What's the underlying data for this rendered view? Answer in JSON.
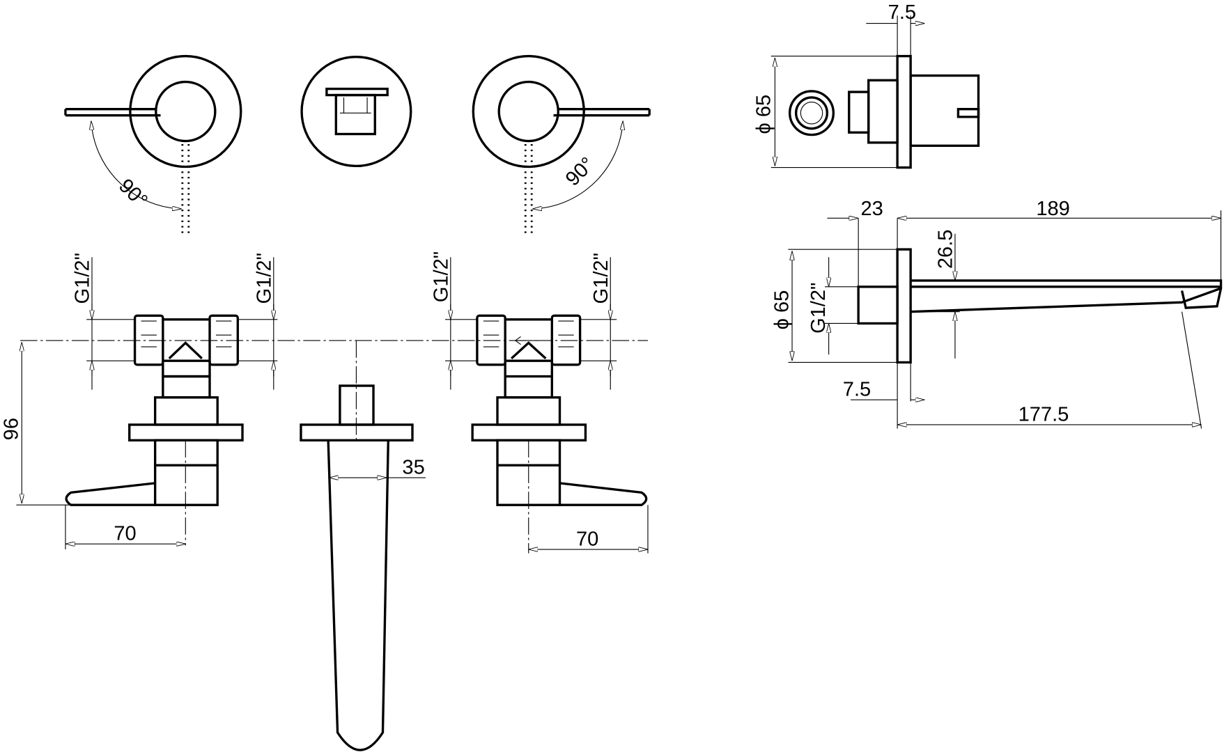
{
  "labels": {
    "top_left_angle": "90°",
    "top_right_angle": "90°",
    "side_top_plate": "7.5",
    "side_top_diameter": "ϕ 65",
    "spout_offset": "23",
    "spout_total": "189",
    "spout_height": "26.5",
    "spout_diameter": "ϕ 65",
    "spout_thread": "G1/2\"",
    "spout_plate": "7.5",
    "spout_length": "177.5",
    "thread_1": "G1/2\"",
    "thread_2": "G1/2\"",
    "thread_3": "G1/2\"",
    "thread_4": "G1/2\"",
    "valve_depth": "96",
    "spout_width": "35",
    "lever_left": "70",
    "lever_right": "70"
  }
}
